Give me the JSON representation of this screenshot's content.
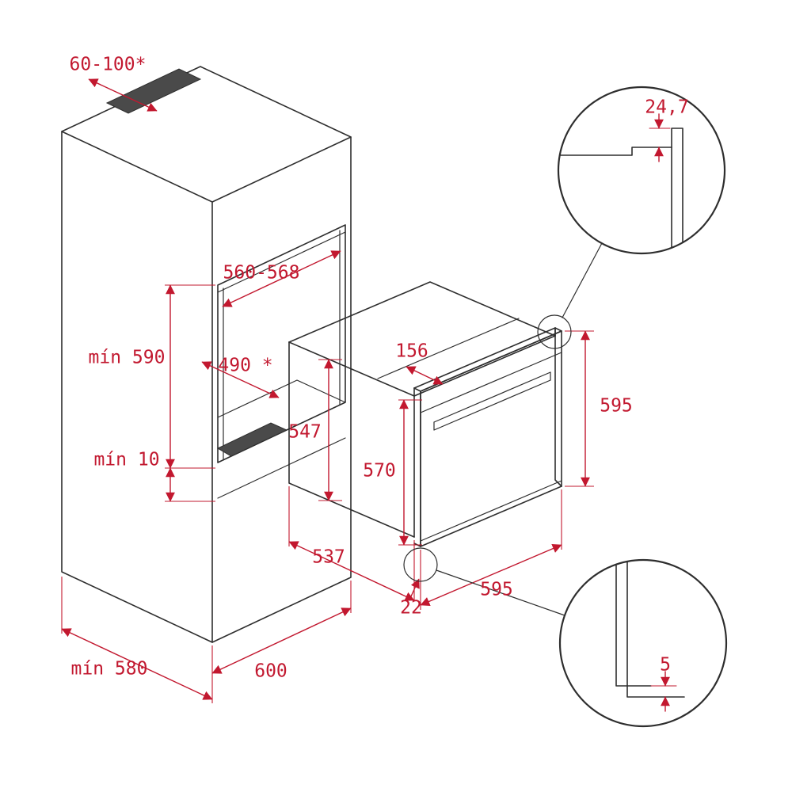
{
  "colors": {
    "ink": "#2e2e2e",
    "dim": "#c2182f",
    "fill_dark": "#4a4a4a",
    "bg": "#ffffff"
  },
  "labels": {
    "vent": "60-100*",
    "niche_width": "560-568",
    "niche_height_min": "mín 590",
    "niche_depth": "490 *",
    "bottom_clearance_min": "mín 10",
    "cabinet_depth_min": "mín 580",
    "cabinet_width": "600",
    "top_depth": "156",
    "body_height": "547",
    "door_height": "570",
    "front_height": "595",
    "front_width": "595",
    "body_depth": "537",
    "bottom_lip": "22",
    "detail_top_overhang": "24,7",
    "detail_bottom_gap": "5"
  }
}
